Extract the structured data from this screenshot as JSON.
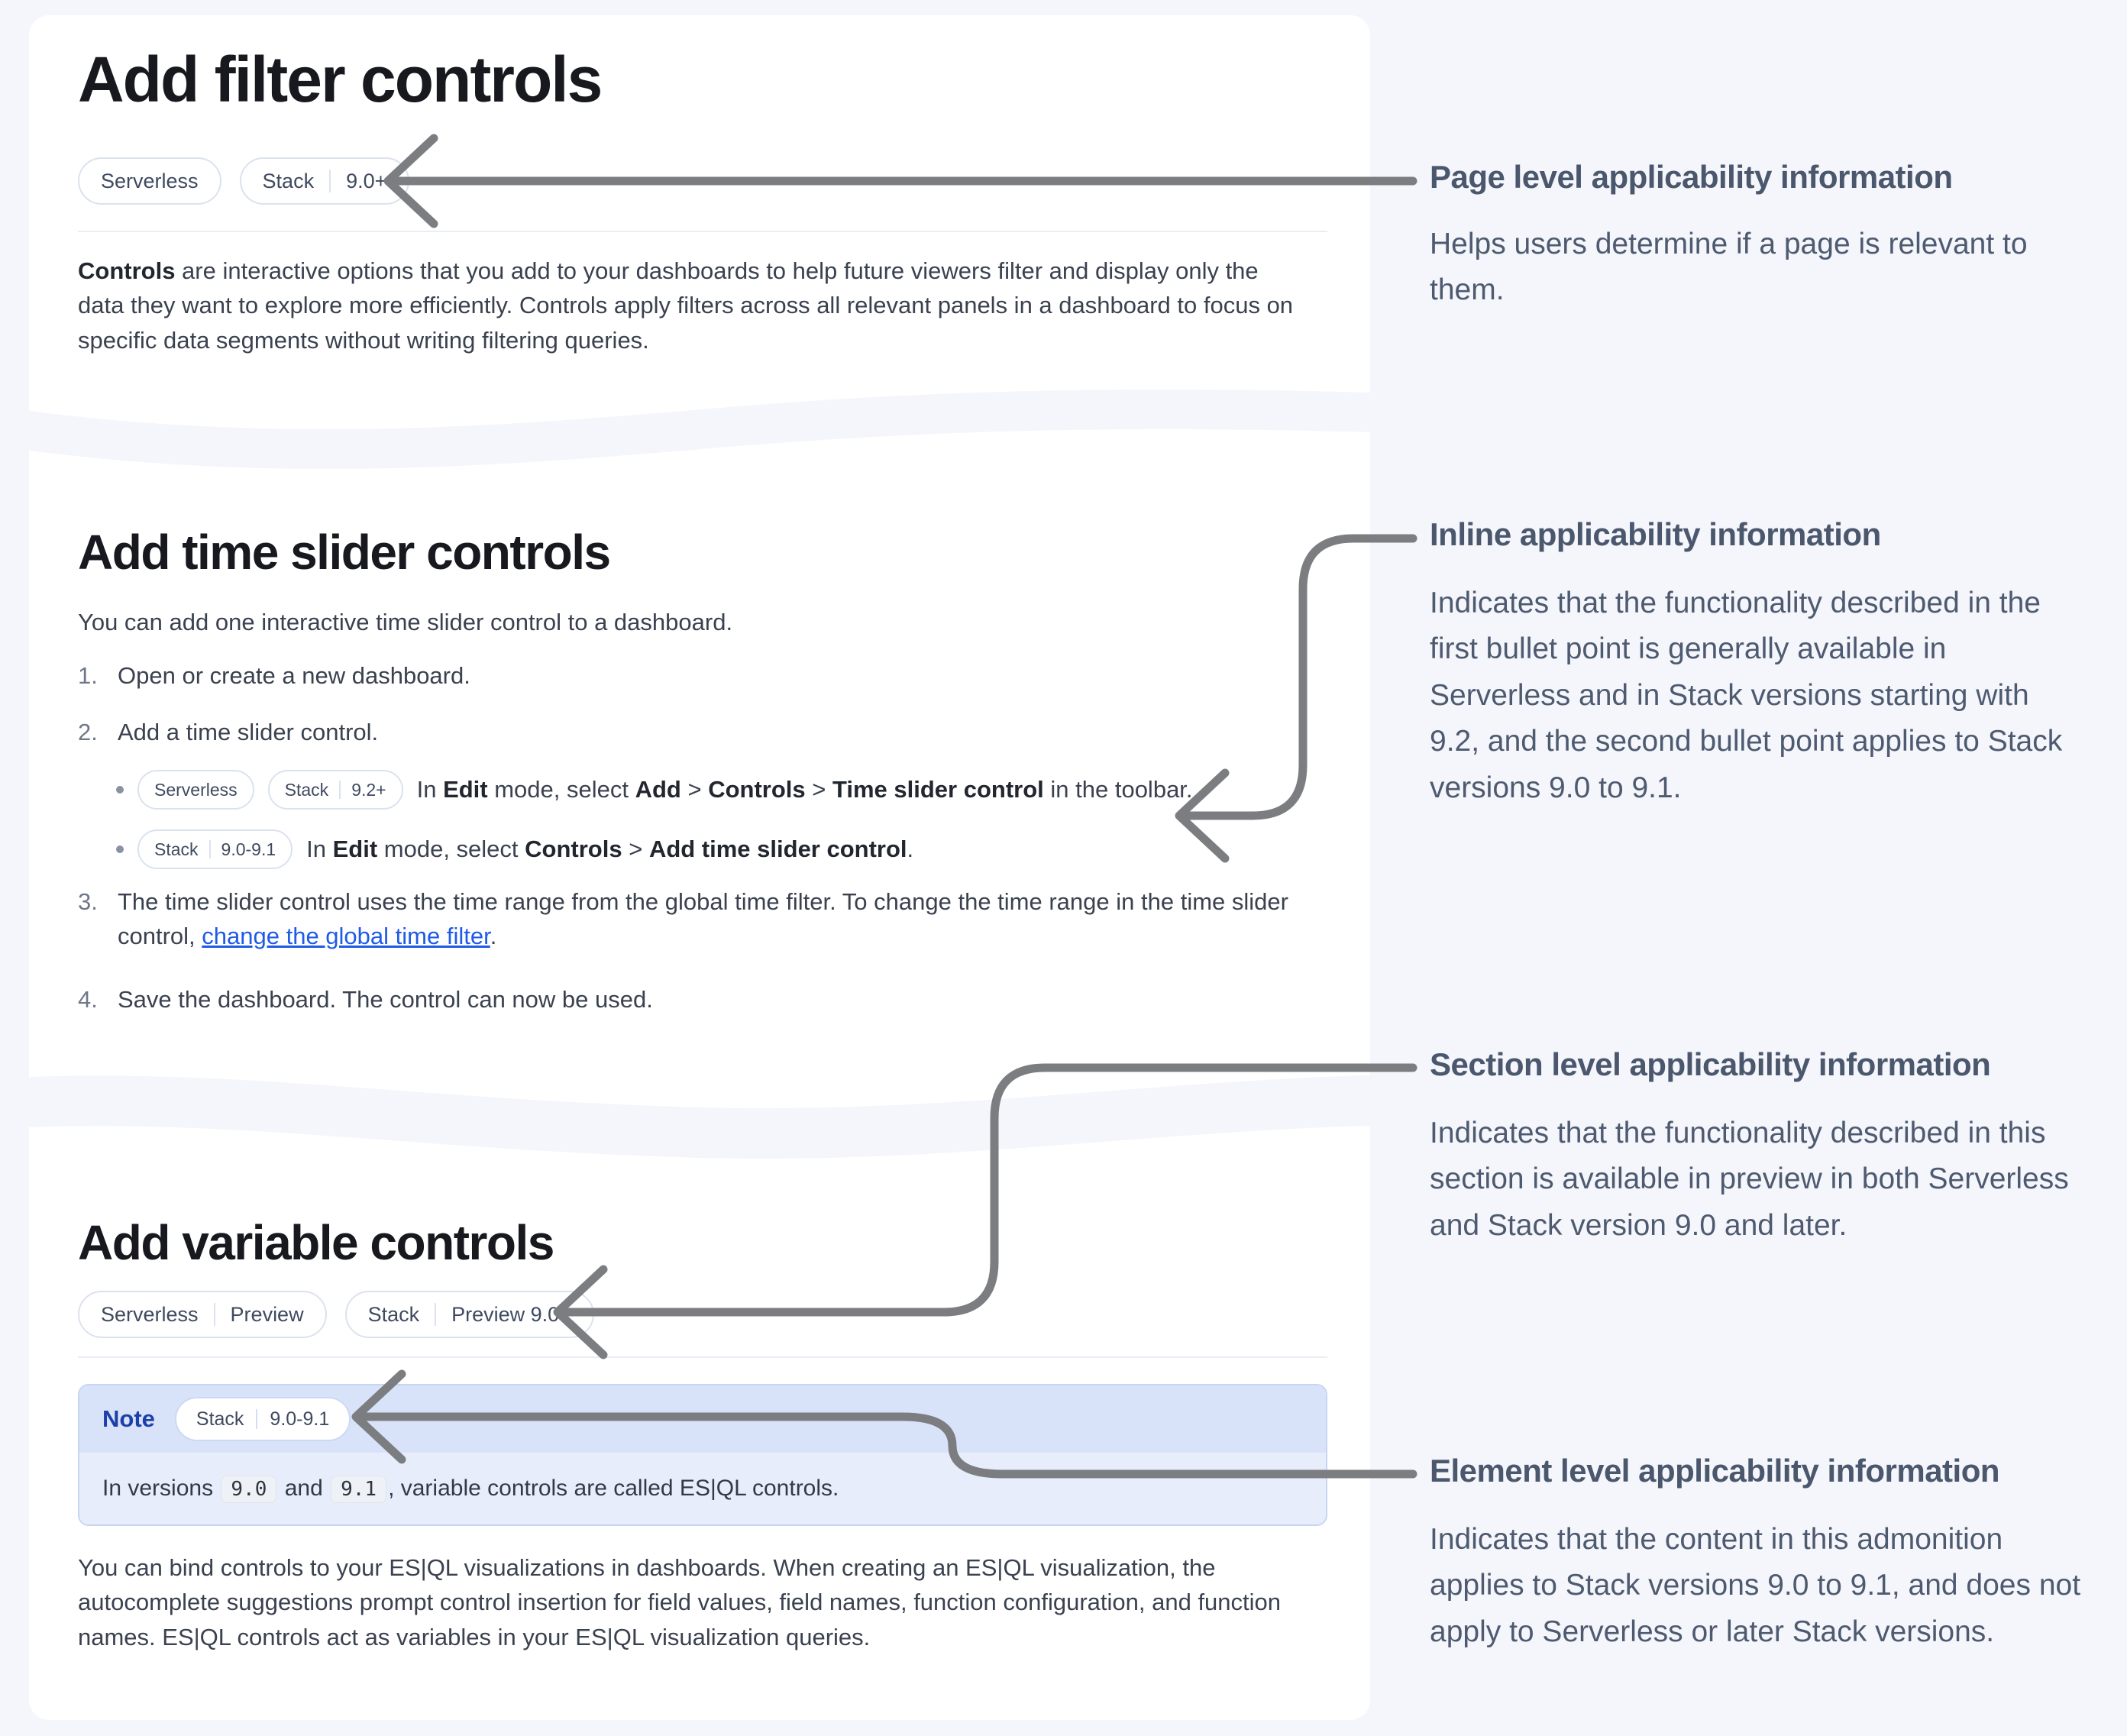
{
  "colors": {
    "page_bg": "#f4f6fb",
    "card_bg": "#ffffff",
    "arrow_gray": "#7b7d80",
    "link_blue": "#1f5ae8",
    "note_header_bg": "#d8e3fa",
    "note_body_bg": "#e7edfb",
    "note_title_blue": "#1d3fa8",
    "annotation_slate": "#4e5a70"
  },
  "doc": {
    "s1": {
      "title": "Add filter controls",
      "badges": [
        [
          "Serverless"
        ],
        [
          "Stack",
          "9.0+"
        ]
      ],
      "para": [
        {
          "t": "Controls",
          "s": "b"
        },
        {
          "t": " are interactive options that you add to your dashboards to help future viewers filter and display only the data they want to explore more efficiently. Controls apply filters across all relevant panels in a dashboard to focus on specific data segments without writing filtering queries."
        }
      ]
    },
    "s2": {
      "title": "Add time slider controls",
      "intro": "You can add one interactive time slider control to a dashboard.",
      "step1_num": "1.",
      "step1": "Open or create a new dashboard.",
      "step2_num": "2.",
      "step2": "Add a time slider control.",
      "bullet1_badges": [
        [
          "Serverless"
        ],
        [
          "Stack",
          "9.2+"
        ]
      ],
      "bullet1": [
        {
          "t": "In "
        },
        {
          "t": "Edit",
          "s": "b"
        },
        {
          "t": " mode, select "
        },
        {
          "t": "Add",
          "s": "b"
        },
        {
          "t": " > "
        },
        {
          "t": "Controls",
          "s": "b"
        },
        {
          "t": " > "
        },
        {
          "t": "Time slider control",
          "s": "b"
        },
        {
          "t": " in the toolbar."
        }
      ],
      "bullet2_badges": [
        [
          "Stack",
          "9.0-9.1"
        ]
      ],
      "bullet2": [
        {
          "t": "In "
        },
        {
          "t": "Edit",
          "s": "b"
        },
        {
          "t": " mode, select "
        },
        {
          "t": "Controls",
          "s": "b"
        },
        {
          "t": " > "
        },
        {
          "t": "Add time slider control",
          "s": "b"
        },
        {
          "t": "."
        }
      ],
      "step3_num": "3.",
      "step3": [
        {
          "t": "The time slider control uses the time range from the global time filter. To change the time range in the time slider control, "
        },
        {
          "t": "change the global time filter",
          "s": "link"
        },
        {
          "t": "."
        }
      ],
      "step4_num": "4.",
      "step4": "Save the dashboard. The control can now be used."
    },
    "s3": {
      "title": "Add variable controls",
      "badges": [
        [
          "Serverless",
          "Preview"
        ],
        [
          "Stack",
          "Preview 9.0+"
        ]
      ],
      "note_label": "Note",
      "note_badge": [
        "Stack",
        "9.0-9.1"
      ],
      "note_body": [
        {
          "t": "In versions "
        },
        {
          "t": "9.0",
          "s": "code"
        },
        {
          "t": " and "
        },
        {
          "t": "9.1",
          "s": "code"
        },
        {
          "t": ", variable controls are called ES|QL controls."
        }
      ],
      "para": [
        {
          "t": "You can bind controls to your ES|QL visualizations in dashboards. When creating an ES|QL visualization, the autocomplete suggestions prompt control insertion for field values, field names, function configuration, and function names. ES|QL controls act as variables in your ES|QL visualization queries."
        }
      ]
    }
  },
  "annotations": [
    {
      "title": "Page level applicability information",
      "body": "Helps users determine if a page is relevant to them."
    },
    {
      "title": "Inline applicability information",
      "body": "Indicates that the functionality described in the first bullet point is generally available in Serverless and in Stack versions starting with 9.2, and the second bullet point applies to Stack versions 9.0 to 9.1."
    },
    {
      "title": "Section level applicability information",
      "body": "Indicates that the functionality described in this section is available in preview in both Serverless and Stack version 9.0 and later."
    },
    {
      "title": "Element level applicability information",
      "body": "Indicates that the content in this admonition applies to Stack versions 9.0 to 9.1, and does not apply to Serverless or later Stack versions."
    }
  ]
}
